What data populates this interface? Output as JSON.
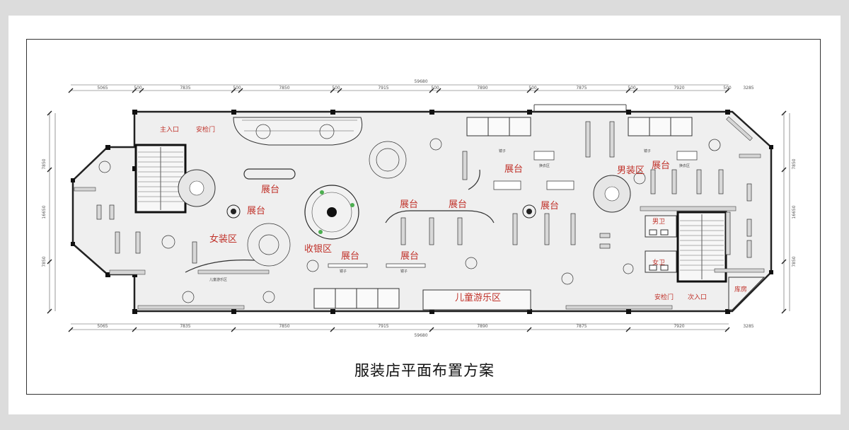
{
  "title": "服装店平面布置方案",
  "dimensions": {
    "total": "59680",
    "segments": [
      "5065",
      "7835",
      "7850",
      "7915",
      "7890",
      "7875",
      "7920",
      "3285"
    ],
    "small": [
      "500",
      "500",
      "500",
      "500",
      "500",
      "500",
      "500"
    ],
    "side": [
      "7850",
      "16650",
      "7850"
    ]
  },
  "zones": {
    "main_entrance": "主入口",
    "security_door_top": "安检门",
    "display_1": "展台",
    "display_2": "展台",
    "display_3": "展台",
    "display_4": "展台",
    "display_5": "展台",
    "display_6": "展台",
    "display_7": "展台",
    "display_8": "展台",
    "display_9": "展台",
    "womens": "女装区",
    "cashier": "收银区",
    "mens": "男装区",
    "kids": "儿童游乐区",
    "security_door_bottom": "安检门",
    "side_entrance": "次入口",
    "storage": "库房",
    "mens_wc": "男卫",
    "womens_wc": "女卫"
  },
  "small_labels": {
    "mirror_1": "镜子",
    "mirror_2": "镜子",
    "mirror_3": "镜子",
    "mirror_4": "镜子",
    "fitting_1": "换衣区",
    "fitting_2": "换衣区",
    "kids_play": "儿童游乐区"
  }
}
